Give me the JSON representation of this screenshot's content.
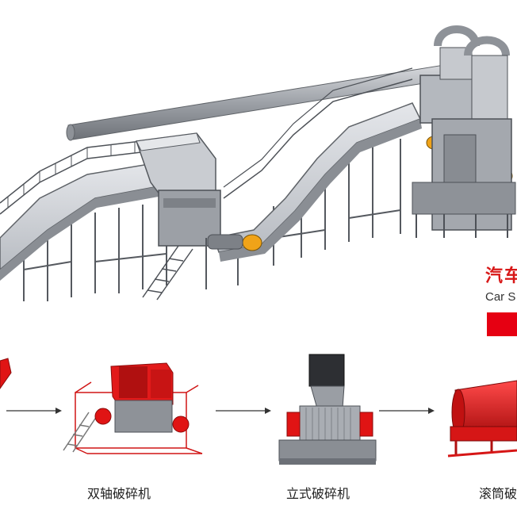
{
  "header": {
    "title_cn": "汽车",
    "title_en": "Car S"
  },
  "flow": {
    "items": [
      {
        "label": "双轴破碎机"
      },
      {
        "label": "立式破碎机"
      },
      {
        "label": "滚筒破"
      }
    ]
  },
  "colors": {
    "accent": "#e60012",
    "steel": "#a9adb3",
    "steel_dark": "#6c7077",
    "text": "#222222"
  }
}
